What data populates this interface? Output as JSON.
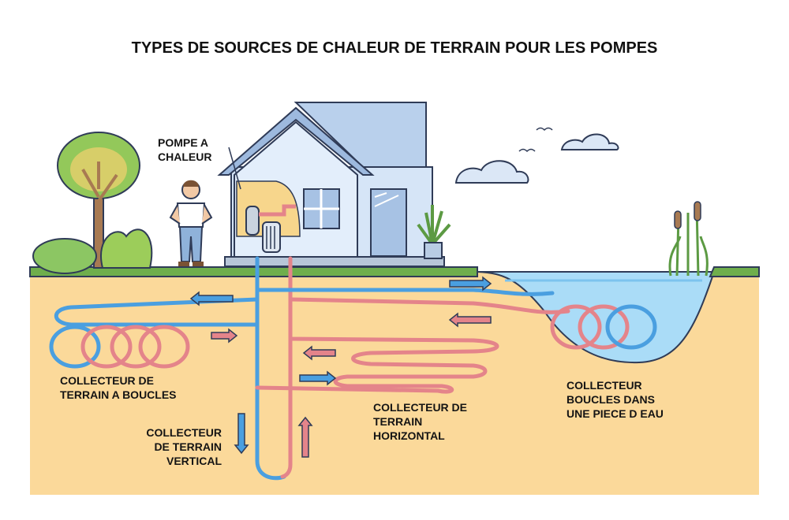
{
  "title": "TYPES DE SOURCES DE CHALEUR DE TERRAIN POUR LES POMPES",
  "labels": {
    "heat_pump": [
      "POMPE A",
      "CHALEUR"
    ],
    "loop_collector": [
      "COLLECTEUR DE",
      "TERRAIN A BOUCLES"
    ],
    "vertical_collector": [
      "COLLECTEUR",
      "DE TERRAIN",
      "VERTICAL"
    ],
    "horizontal_collector": [
      "COLLECTEUR DE",
      "TERRAIN",
      "HORIZONTAL"
    ],
    "water_collector": [
      "COLLECTEUR",
      "BOUCLES DANS",
      "UNE PIECE D EAU"
    ]
  },
  "colors": {
    "soil": "#fbd99a",
    "grass": "#6fae4c",
    "water": "#7cc3ee",
    "cold_pipe": "#4a9fe0",
    "warm_pipe": "#e4848a",
    "outline": "#2f3b57",
    "house_wall": "#cfe0f5",
    "roof": "#a9c4e6"
  }
}
